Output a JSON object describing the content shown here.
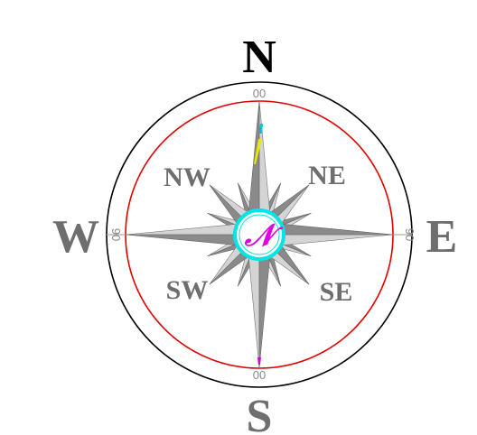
{
  "cardinals": {
    "north": "N",
    "east": "E",
    "south": "S",
    "west": "W"
  },
  "intercardinals": {
    "northwest": "NW",
    "northeast": "NE",
    "southwest": "SW",
    "southeast": "SE"
  },
  "ring_markers": {
    "top": "00",
    "bottom": "00",
    "left": "90",
    "right": "90"
  },
  "center_label": "𝒩",
  "colors": {
    "north_label": "#000000",
    "other_labels": "#6e6e6e",
    "outer_ring": "#000000",
    "inner_ring": "#e00000",
    "star_light": "#d4d4d4",
    "star_dark": "#8a8a8a",
    "center_ring": "#00e5e5",
    "center_letter": "#e000e0",
    "needle_yellow": "#e8e800",
    "needle_cyan": "#00c8c8",
    "needle_magenta": "#d000d0"
  }
}
